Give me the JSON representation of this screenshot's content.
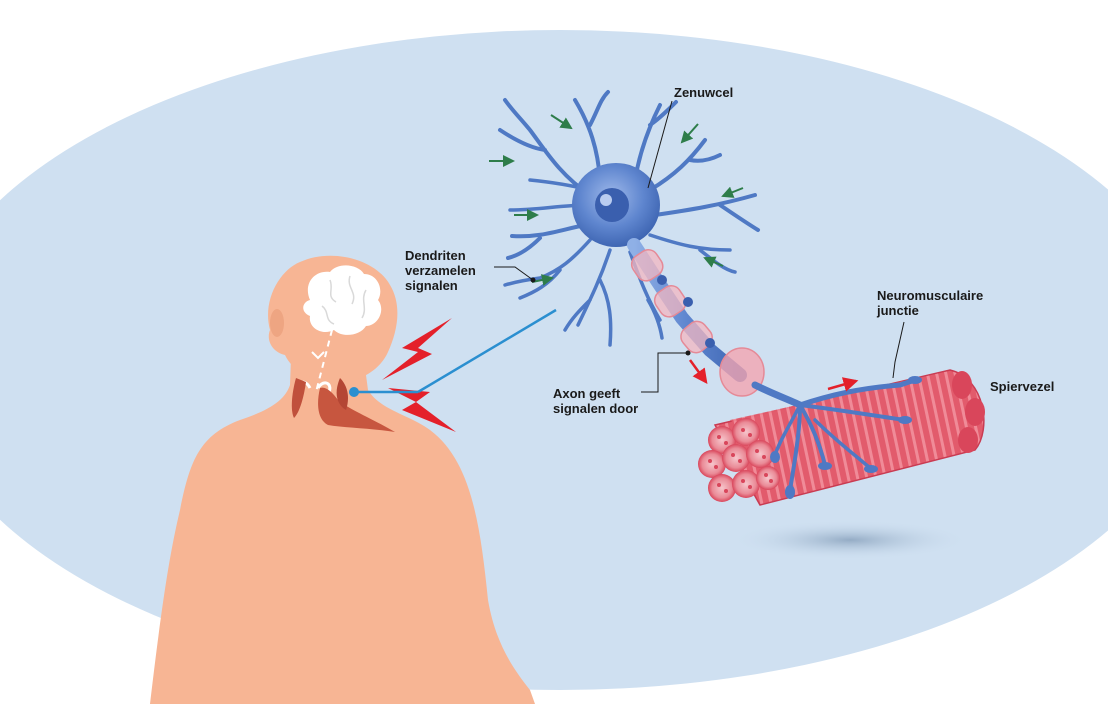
{
  "labels": {
    "zenuwcel": "Zenuwcel",
    "dendriten": [
      "Dendriten",
      "verzamelen",
      "signalen"
    ],
    "neuromusculaire": [
      "Neuromusculaire",
      "junctie"
    ],
    "spiervezel": "Spiervezel",
    "axon": [
      "Axon geeft",
      "signalen door"
    ]
  },
  "colors": {
    "background_blue": "#cfe0f1",
    "skin": "#f7b594",
    "neuron_blue": "#4f79c4",
    "muscle_red": "#e05a6b",
    "signal_red": "#e4202a",
    "connector_blue": "#2b8fd0",
    "arrow_green": "#2e7d4a"
  },
  "icons": [
    "brain-icon",
    "lightning-bolt-icon",
    "neuron-icon",
    "muscle-fiber-icon"
  ]
}
